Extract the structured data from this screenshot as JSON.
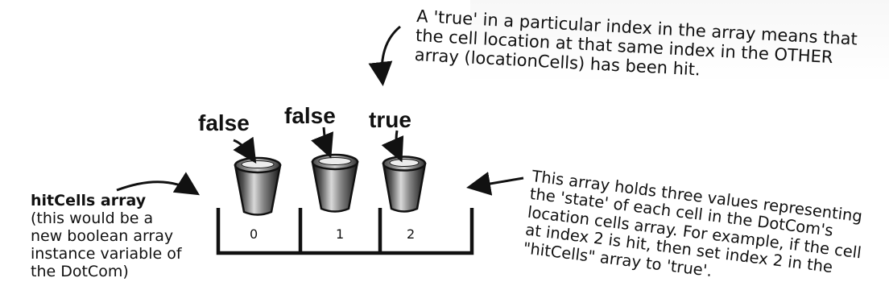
{
  "notes": {
    "top": "A 'true' in a particular index in the array means that the cell location at that same index in the OTHER array (locationCells) has been hit.",
    "right": "This array holds three values representing the 'state' of each cell in the DotCom's location cells array. For example, if the cell at index 2 is hit, then set index 2 in the \"hitCells\" array to 'true'."
  },
  "label": {
    "title": "hitCells array",
    "description_lines": [
      "(this would be a",
      "new boolean array",
      "instance variable of",
      "the DotCom)"
    ]
  },
  "array": {
    "values": [
      "false",
      "false",
      "true"
    ],
    "indices": [
      "0",
      "1",
      "2"
    ]
  },
  "icons": {
    "cup": "cup-icon",
    "arrow": "hand-drawn-arrow-icon"
  },
  "colors": {
    "ink": "#111111",
    "cup_dark": "#2b2b2b",
    "cup_light": "#bdbdbd"
  }
}
